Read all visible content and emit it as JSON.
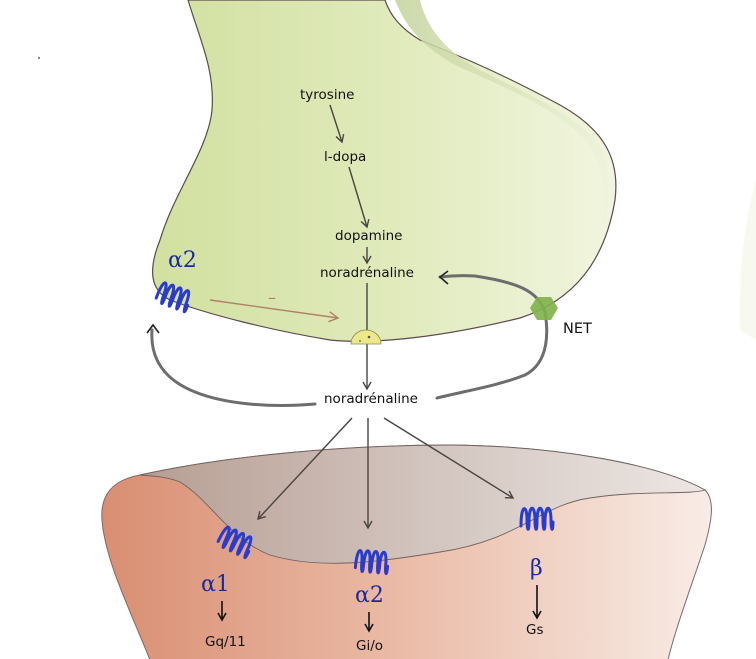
{
  "diagram": {
    "title": "Noradrenergic synapse",
    "synthesis_pathway": [
      "tyrosine",
      "l-dopa",
      "dopamine",
      "noradrénaline"
    ],
    "released_transmitter": "noradrénaline",
    "presynaptic": {
      "autoreceptor_label": "α2",
      "inhibition_sign": "–",
      "transporter_label": "NET"
    },
    "postsynaptic_receptors": [
      {
        "label": "α1",
        "g_protein": "Gq/11"
      },
      {
        "label": "α2",
        "g_protein": "Gi/o"
      },
      {
        "label": "β",
        "g_protein": "Gs"
      }
    ],
    "colors": {
      "presynaptic_fill": "#dbe6a9",
      "postsynaptic_fill": "#e3a58c",
      "cleft_surface": "#cdbbb5",
      "receptor": "#2a3ccc",
      "transporter": "#7fb14a",
      "arrow": "#4a4440",
      "inhibition_arrow": "#b0806a",
      "recycle_arrow": "#6d6d6d"
    }
  }
}
